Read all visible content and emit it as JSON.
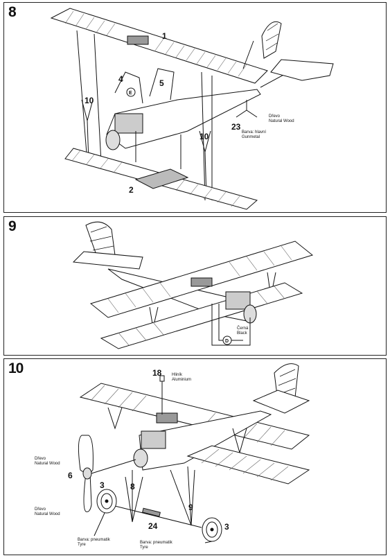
{
  "steps": [
    {
      "number": "8",
      "callouts": {
        "c1": "1",
        "c2": "2",
        "c4": "4",
        "c5": "5",
        "c10a": "10",
        "c10b": "10",
        "c23": "23"
      },
      "circled": {
        "e": "E"
      },
      "notes": {
        "wood_cz": "Dřevo",
        "wood_en": "Natural Wood",
        "gun_cz": "Barva: hlavní",
        "gun_en": "Gunmetal"
      }
    },
    {
      "number": "9",
      "circled": {
        "d": "D"
      },
      "notes": {
        "black_cz": "Černá",
        "black_en": "Black"
      }
    },
    {
      "number": "10",
      "callouts": {
        "c18": "18",
        "c6": "6",
        "c3a": "3",
        "c8": "8",
        "c9": "9",
        "c24": "24",
        "c3b": "3"
      },
      "notes": {
        "alu_cz": "Hliník",
        "alu_en": "Aluminium",
        "wood1_cz": "Dřevo",
        "wood1_en": "Natural Wood",
        "wood2_cz": "Dřevo",
        "wood2_en": "Natural Wood",
        "tyre1_cz": "Barva: pneumatik",
        "tyre1_en": "Tyre",
        "tyre2_cz": "Barva: pneumatik",
        "tyre2_en": "Tyre"
      }
    }
  ]
}
